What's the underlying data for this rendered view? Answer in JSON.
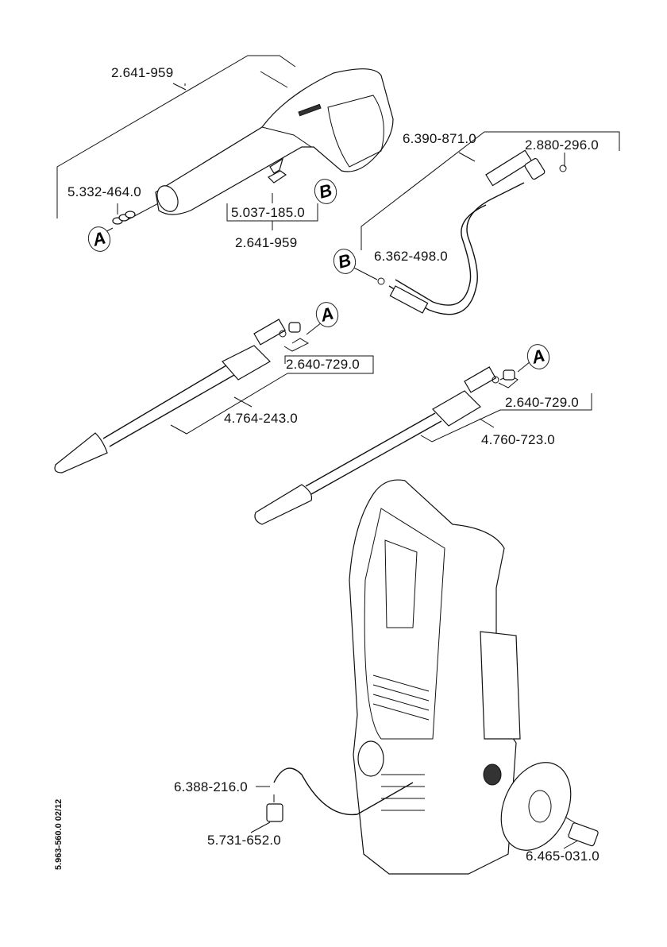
{
  "document": {
    "doc_id": "5.963-560.0  02/12"
  },
  "parts": {
    "trigger_gun_top": "2.641-959",
    "spring": "5.332-464.0",
    "clip": "5.037-185.0",
    "trigger_gun_bottom": "2.641-959",
    "hose_assembly": "6.390-871.0",
    "hose_oring_top": "2.880-296.0",
    "hose_oring_bottom": "6.362-498.0",
    "nozzle_left": "2.640-729.0",
    "lance_dirtblaster": "4.764-243.0",
    "nozzle_right": "2.640-729.0",
    "lance_vario": "4.760-723.0",
    "detergent_hose": "6.388-216.0",
    "filter": "5.731-652.0",
    "garden_hose_coupling": "6.465-031.0"
  },
  "refs": {
    "a": "A",
    "b": "B"
  }
}
